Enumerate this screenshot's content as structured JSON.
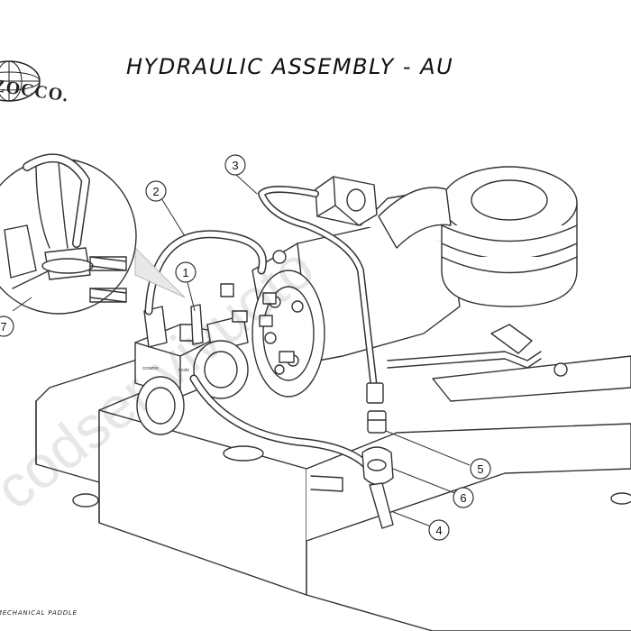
{
  "brand": {
    "name": "LA MARZOCCO.",
    "visible_text": "ZOCCO."
  },
  "title": "HYDRAULIC ASSEMBLY - AU",
  "footer": "MECHANICAL PADDLE",
  "watermark": "codser vivuoto",
  "callouts": [
    {
      "id": "1",
      "label": "1"
    },
    {
      "id": "2",
      "label": "2"
    },
    {
      "id": "3",
      "label": "3"
    },
    {
      "id": "4",
      "label": "4"
    },
    {
      "id": "5",
      "label": "5"
    },
    {
      "id": "6",
      "label": "6"
    },
    {
      "id": "7",
      "label": "7"
    }
  ],
  "valve_labels": [
    "ccoamn",
    "ncsto"
  ],
  "colors": {
    "ink": "#111111",
    "line": "#333333",
    "fill": "#ffffff",
    "watermark": "#000000"
  }
}
